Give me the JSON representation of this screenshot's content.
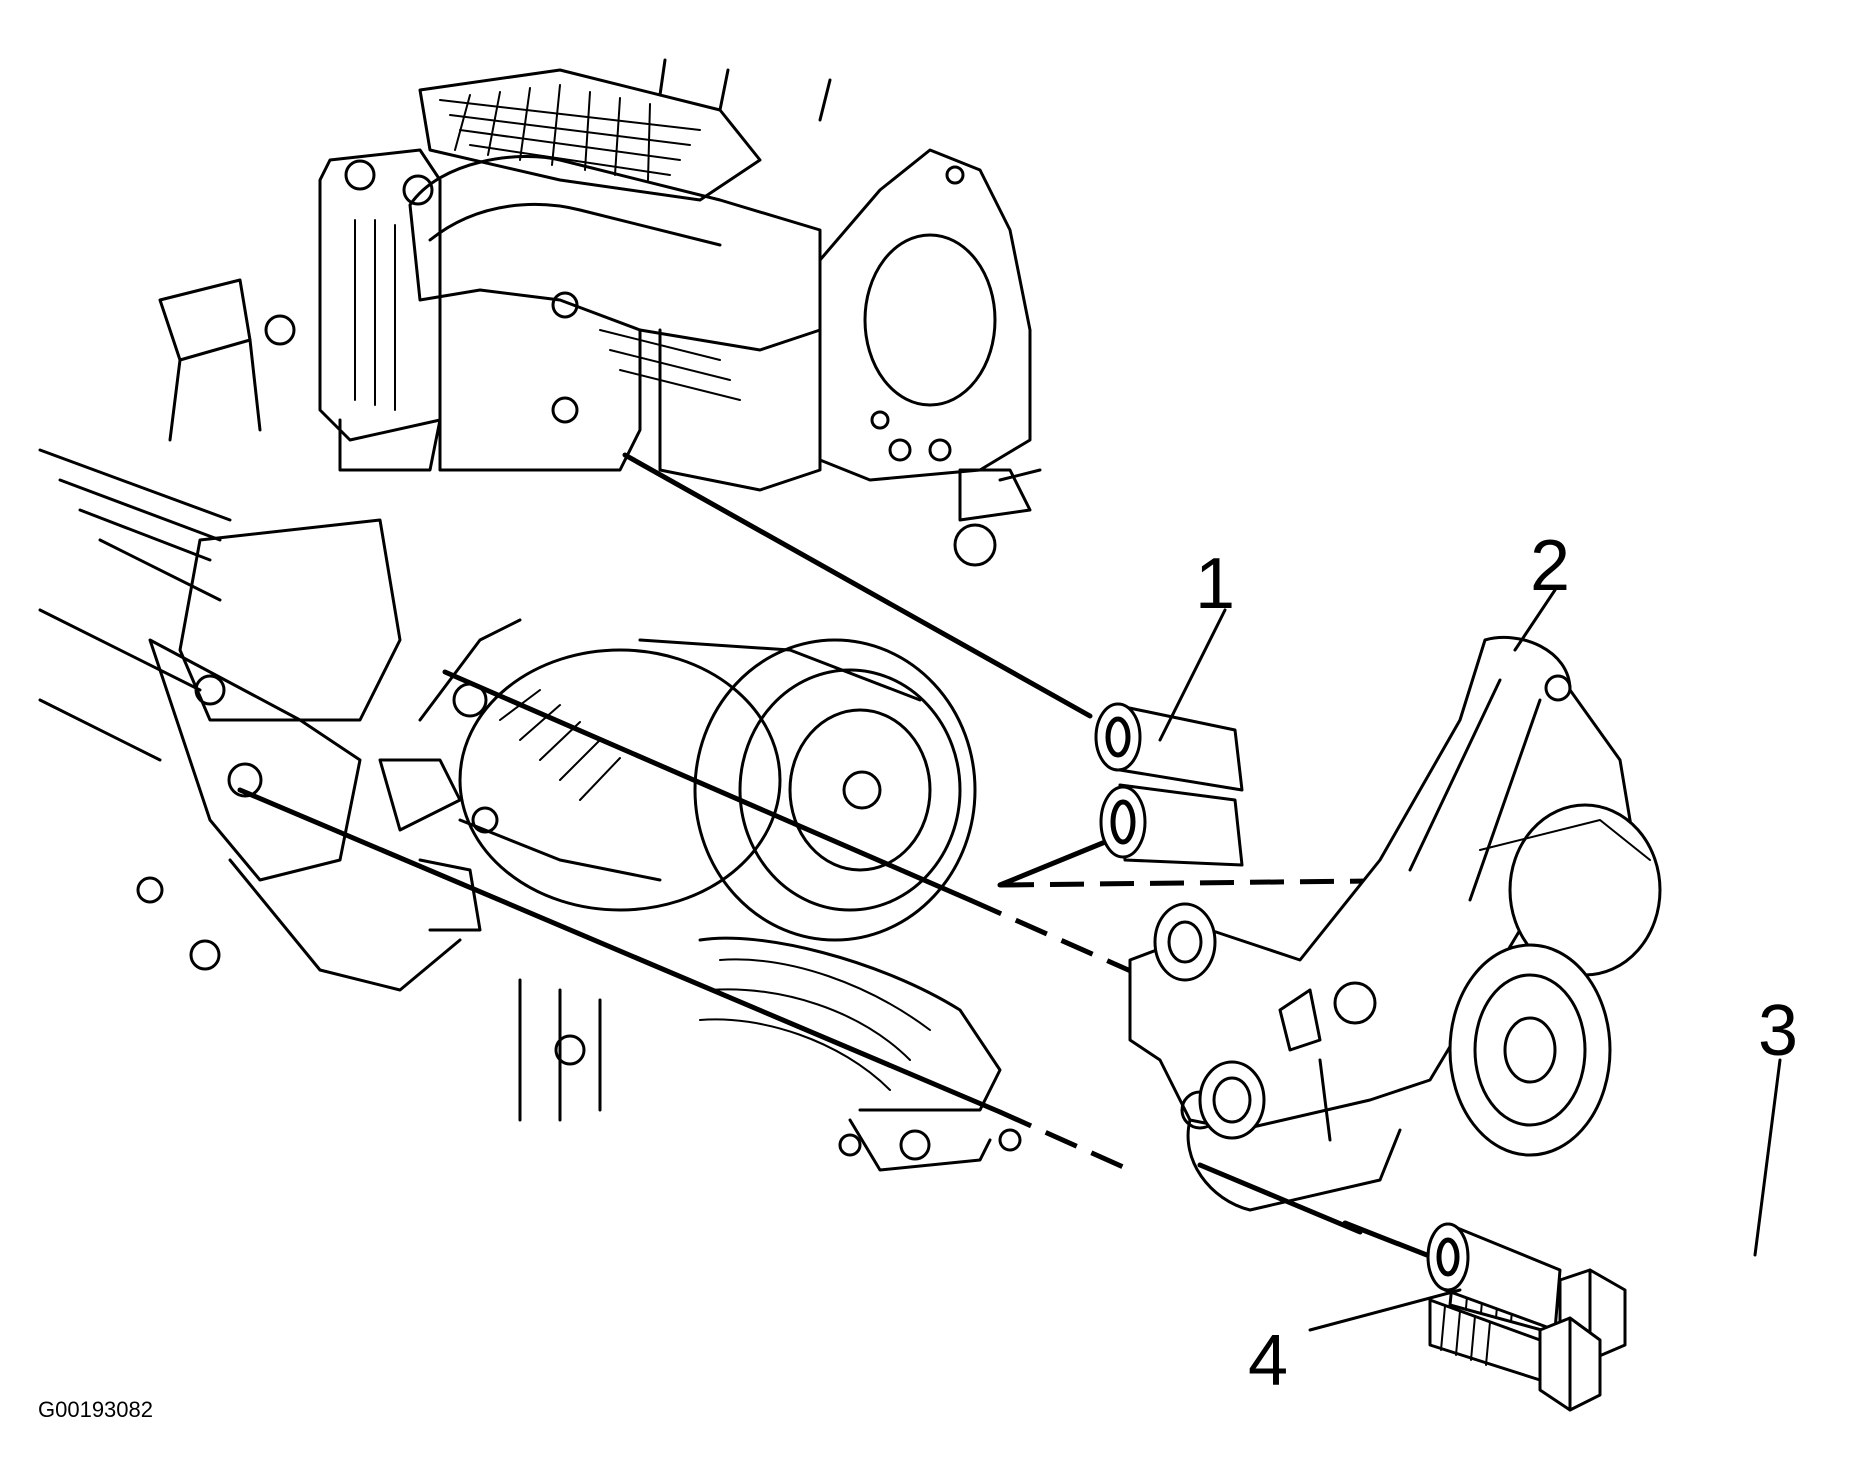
{
  "figure_id": "G00193082",
  "callouts": [
    {
      "id": "1",
      "label": "1"
    },
    {
      "id": "2",
      "label": "2"
    },
    {
      "id": "3",
      "label": "3"
    },
    {
      "id": "4",
      "label": "4"
    }
  ],
  "colors": {
    "ink": "#000000",
    "paper": "#ffffff"
  }
}
